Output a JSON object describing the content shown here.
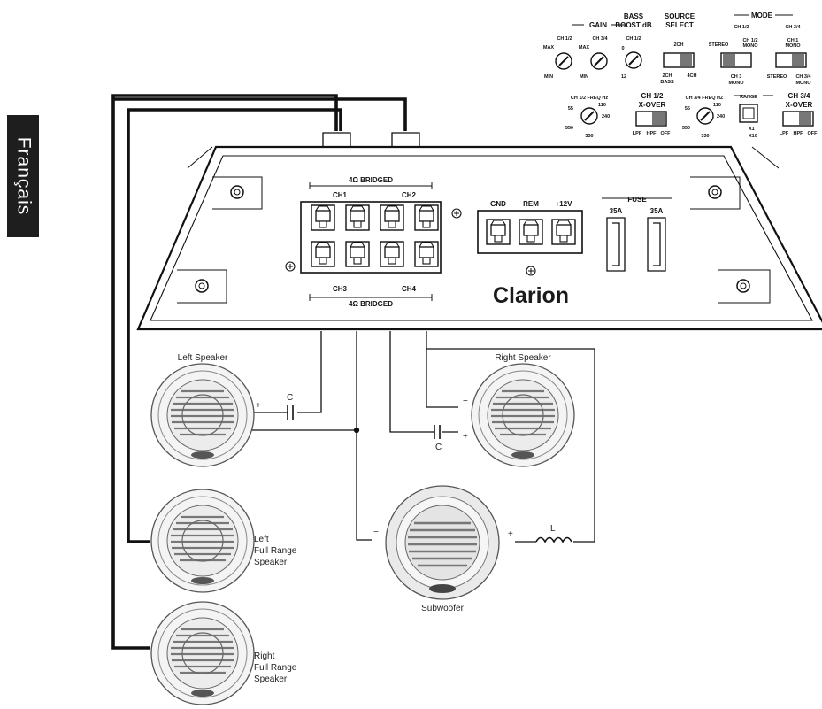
{
  "language_tab": "Français",
  "amplifier": {
    "brand": "Clarion",
    "bridged_top": "4Ω BRIDGED",
    "bridged_bottom": "4Ω BRIDGED",
    "channels": [
      "CH1",
      "CH2",
      "CH3",
      "CH4"
    ],
    "power_terminals": [
      "GND",
      "REM",
      "+12V"
    ],
    "fuse_label": "FUSE",
    "fuse_ratings": [
      "35A",
      "35A"
    ]
  },
  "control_panel": {
    "gain": {
      "title": "GAIN",
      "ch12": "CH 1/2",
      "ch34": "CH 3/4",
      "max": "MAX",
      "min": "MIN"
    },
    "bass_boost": {
      "title": "BASS",
      "title2": "BOOST dB",
      "ch": "CH 1/2",
      "low": "0",
      "high": "12"
    },
    "source_select": {
      "title": "SOURCE",
      "title2": "SELECT",
      "top": "2CH",
      "bottom_left": "2CH",
      "bottom_left2": "BASS",
      "bottom_right": "4CH"
    },
    "mode": {
      "title": "MODE",
      "ch12": "CH 1/2",
      "ch34": "CH 3/4",
      "stereo": "STEREO",
      "mono": "MONO",
      "ch12_sw": "CH 1/2",
      "ch3": "CH 3",
      "ch1": "CH 1",
      "ch34_sw": "CH 3/4"
    },
    "freq12": {
      "title": "CH 1/2 FREQ Hz",
      "v55": "55",
      "v110": "110",
      "v240": "240",
      "v550": "550",
      "v330": "330"
    },
    "xover12": {
      "title": "CH 1/2",
      "title2": "X-OVER",
      "lpf": "LPF",
      "hpf": "HPF",
      "off": "OFF"
    },
    "freq34": {
      "title": "CH 3/4 FREQ HZ",
      "v55": "55",
      "v110": "110",
      "v240": "240",
      "v550": "550",
      "v330": "330"
    },
    "range": {
      "title": "RANGE",
      "x1": "X1",
      "x10": "X10"
    },
    "xover34": {
      "title": "CH 3/4",
      "title2": "X-OVER",
      "lpf": "LPF",
      "hpf": "HPF",
      "off": "OFF"
    }
  },
  "speakers": {
    "left": "Left Speaker",
    "right": "Right Speaker",
    "left_full": [
      "Left",
      "Full Range",
      "Speaker"
    ],
    "right_full": [
      "Right",
      "Full Range",
      "Speaker"
    ],
    "subwoofer": "Subwoofer"
  },
  "components": {
    "capacitor": "C",
    "inductor": "L",
    "plus": "+",
    "minus": "−"
  }
}
